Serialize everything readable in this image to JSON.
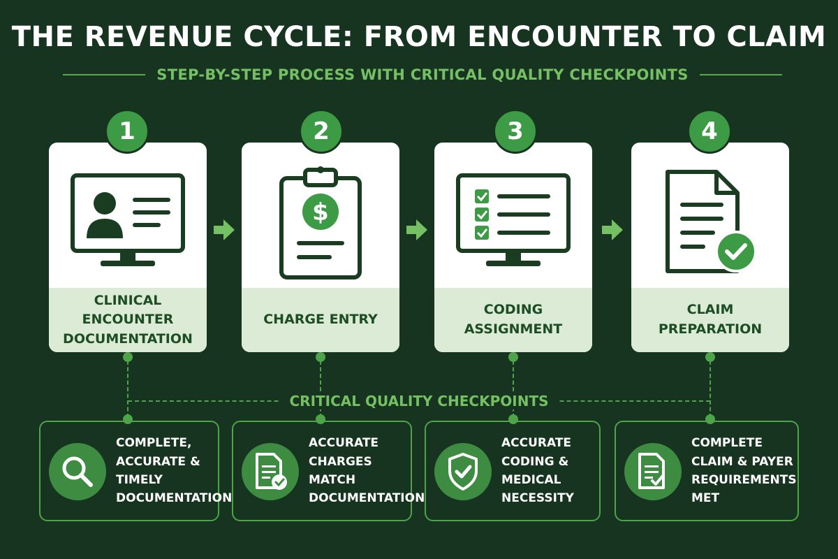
{
  "title": "THE REVENUE CYCLE: FROM ENCOUNTER TO CLAIM",
  "subtitle": "STEP-BY-STEP PROCESS WITH CRITICAL QUALITY CHECKPOINTS",
  "colors": {
    "background": "#16341f",
    "accent": "#3d9a45",
    "accent_light": "#74c063",
    "card_label_bg": "#dcebd5",
    "card_label_text": "#1c4d24"
  },
  "steps": [
    {
      "number": "1",
      "icon": "computer-user-profile-icon",
      "label_line1": "CLINICAL ENCOUNTER",
      "label_line2": "DOCUMENTATION"
    },
    {
      "number": "2",
      "icon": "clipboard-dollar-icon",
      "label_line1": "CHARGE ENTRY",
      "label_line2": ""
    },
    {
      "number": "3",
      "icon": "computer-checklist-icon",
      "label_line1": "CODING",
      "label_line2": "ASSIGNMENT"
    },
    {
      "number": "4",
      "icon": "document-check-icon",
      "label_line1": "CLAIM",
      "label_line2": "PREPARATION"
    }
  ],
  "checkpoints_label": "CRITICAL QUALITY CHECKPOINTS",
  "checkpoints": [
    {
      "icon": "magnifier-icon",
      "lines": [
        "COMPLETE,",
        "ACCURATE &",
        "TIMELY",
        "DOCUMENTATION"
      ]
    },
    {
      "icon": "document-check-icon",
      "lines": [
        "ACCURATE",
        "CHARGES",
        "MATCH",
        "DOCUMENTATION"
      ]
    },
    {
      "icon": "shield-check-icon",
      "lines": [
        "ACCURATE",
        "CODING &",
        "MEDICAL",
        "NECESSITY"
      ]
    },
    {
      "icon": "document-check-icon",
      "lines": [
        "COMPLETE",
        "CLAIM & PAYER",
        "REQUIREMENTS",
        "MET"
      ]
    }
  ]
}
